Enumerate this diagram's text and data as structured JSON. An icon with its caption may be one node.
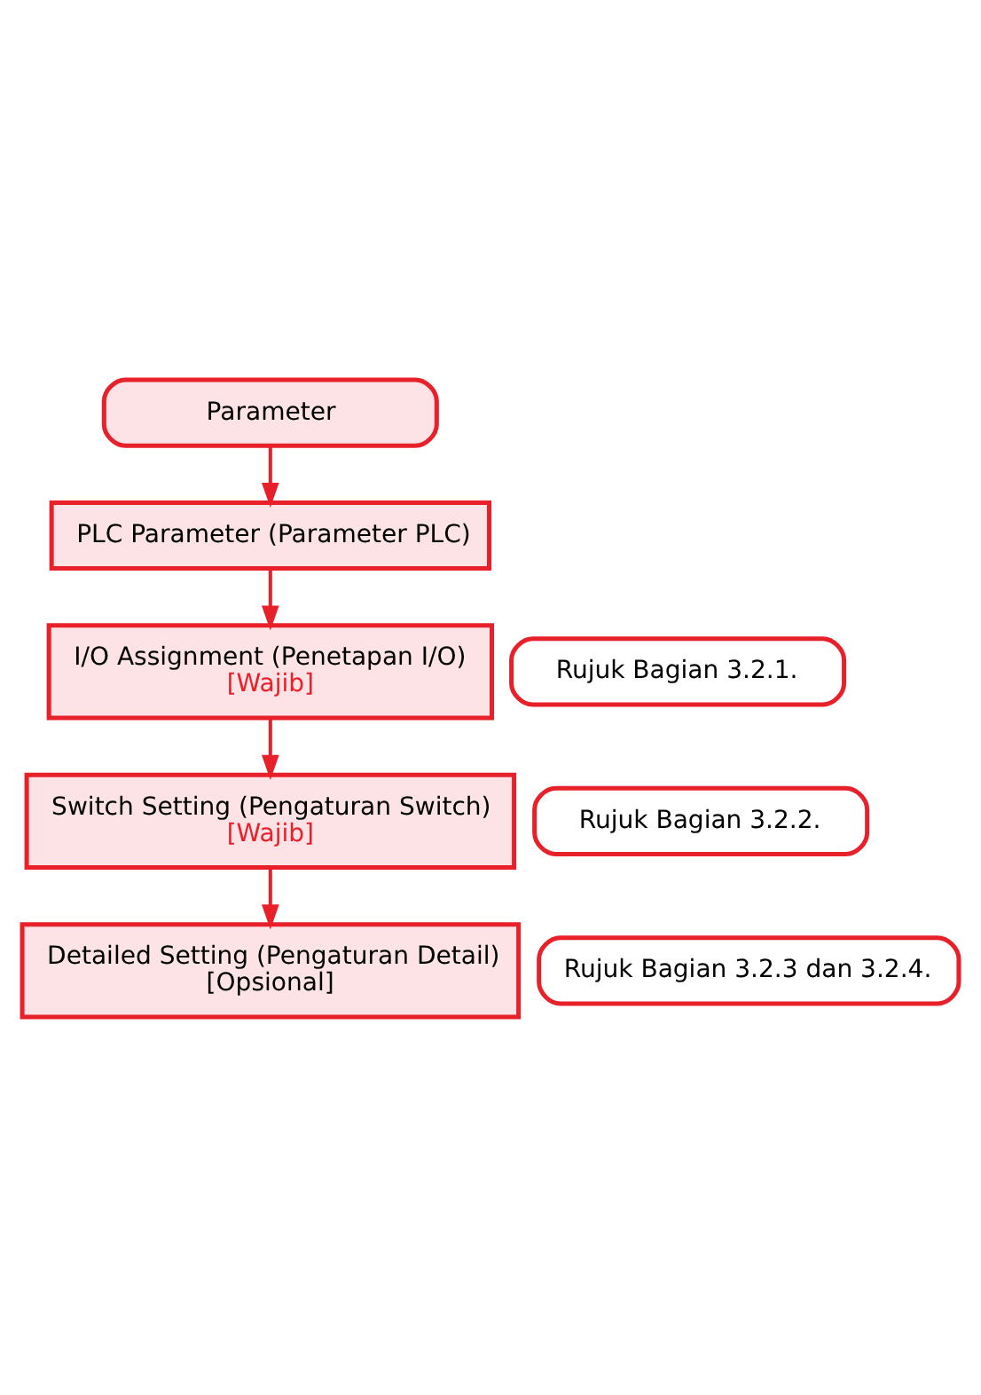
{
  "diagram": {
    "nodes": [
      {
        "text": [
          "Parameter"
        ]
      },
      {
        "text": [
          "PLC Parameter (Parameter PLC)"
        ]
      },
      {
        "text": [
          "I/O Assignment (Penetapan I/O)",
          "[Wajib]"
        ]
      },
      {
        "text": [
          "Rujuk Bagian 3.2.1."
        ]
      },
      {
        "text": [
          "Switch Setting (Pengaturan Switch)",
          "[Wajib]"
        ]
      },
      {
        "text": [
          "Rujuk Bagian 3.2.2."
        ]
      },
      {
        "text": [
          "Detailed Setting (Pengaturan Detail)",
          "[Opsional]"
        ]
      },
      {
        "text": [
          "Rujuk Bagian 3.2.3 dan 3.2.4."
        ]
      }
    ],
    "edges": [
      {
        "from": 0,
        "to": 1,
        "arrow": "to"
      },
      {
        "from": 1,
        "to": 2,
        "arrow": "to"
      },
      {
        "from": 2,
        "to": 4,
        "arrow": "to"
      },
      {
        "from": 4,
        "to": 6,
        "arrow": "to"
      }
    ]
  }
}
